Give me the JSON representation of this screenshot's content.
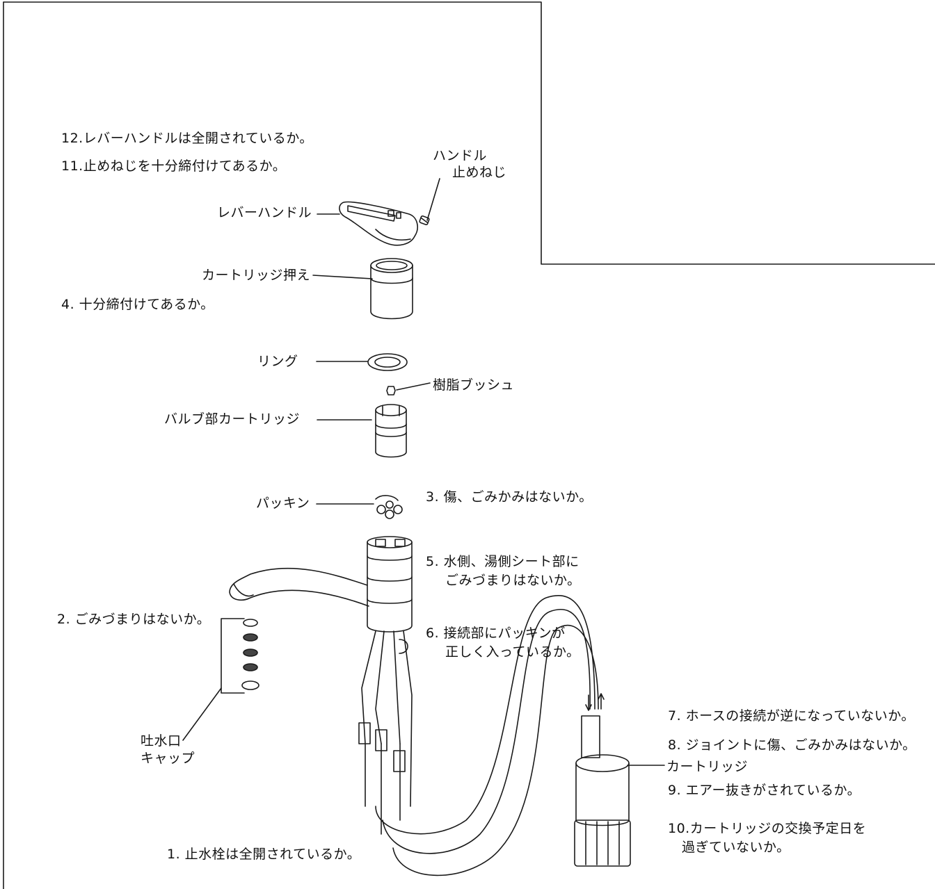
{
  "checklist": {
    "item12": "12.レバーハンドルは全開されているか。",
    "item11": "11.止めねじを十分締付けてあるか。",
    "item4": "4. 十分締付けてあるか。",
    "item3": "3. 傷、ごみかみはないか。",
    "item5_line1": "5. 水側、湯側シート部に",
    "item5_line2": "ごみづまりはないか。",
    "item2": "2. ごみづまりはないか。",
    "item6_line1": "6. 接続部にパッキンが",
    "item6_line2": "正しく入っているか。",
    "item7": "7. ホースの接続が逆になっていないか。",
    "item8": "8. ジョイントに傷、ごみかみはないか。",
    "item9": "9. エアー抜きがされているか。",
    "item10_line1": "10.カートリッジの交換予定日を",
    "item10_line2": "過ぎていないか。",
    "item1": "1. 止水栓は全開されているか。"
  },
  "parts": {
    "handle_screw_line1": "ハンドル",
    "handle_screw_line2": "止めねじ",
    "lever_handle": "レバーハンドル",
    "cartridge_holder": "カートリッジ押え",
    "ring": "リング",
    "resin_bush": "樹脂ブッシュ",
    "valve_cartridge": "バルブ部カートリッジ",
    "packing": "パッキン",
    "spout_cap_line1": "吐水口",
    "spout_cap_line2": "キャップ",
    "cartridge": "カートリッジ"
  },
  "colors": {
    "line": "#1a1a1a",
    "background": "#ffffff"
  }
}
